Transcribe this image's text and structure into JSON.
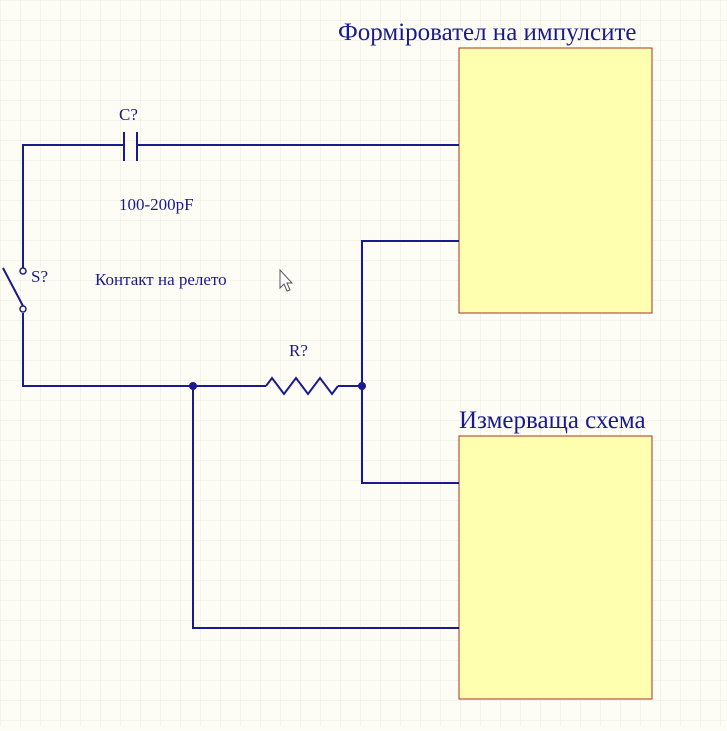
{
  "colors": {
    "background": "#fdfdf5",
    "grid": "#e9e9df",
    "wire": "#1a1a8e",
    "block_fill": "#ffffb0",
    "block_border": "#a8322a",
    "text": "#1a1a8e"
  },
  "blocks": {
    "pulse_shaper": {
      "title": "Формiровател на импулсите"
    },
    "measuring_circuit": {
      "title": "Измерваща схема"
    }
  },
  "components": {
    "capacitor": {
      "designator": "C?",
      "value": "100-200pF"
    },
    "switch": {
      "designator": "S?",
      "description": "Контакт на релето"
    },
    "resistor": {
      "designator": "R?"
    }
  },
  "icons": [
    "mouse-cursor-icon"
  ]
}
